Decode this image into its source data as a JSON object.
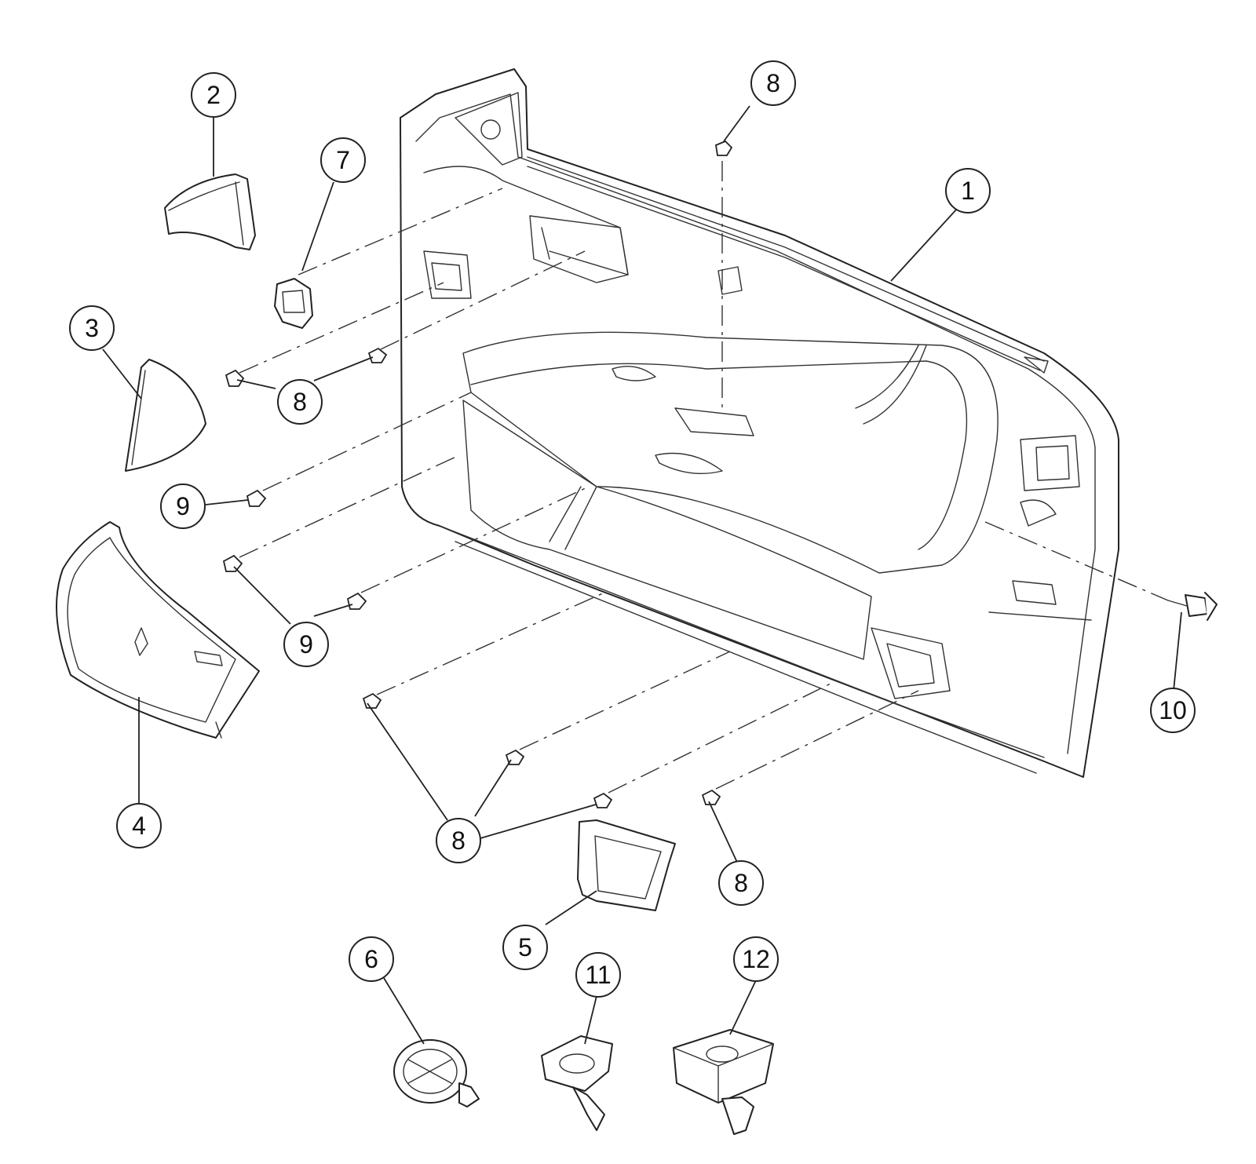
{
  "callouts": {
    "c1": "1",
    "c2": "2",
    "c3": "3",
    "c4": "4",
    "c5": "5",
    "c6": "6",
    "c7": "7",
    "c8a": "8",
    "c8b": "8",
    "c8c": "8",
    "c8d": "8",
    "c9a": "9",
    "c9b": "9",
    "c10": "10",
    "c11": "11",
    "c12": "12"
  }
}
